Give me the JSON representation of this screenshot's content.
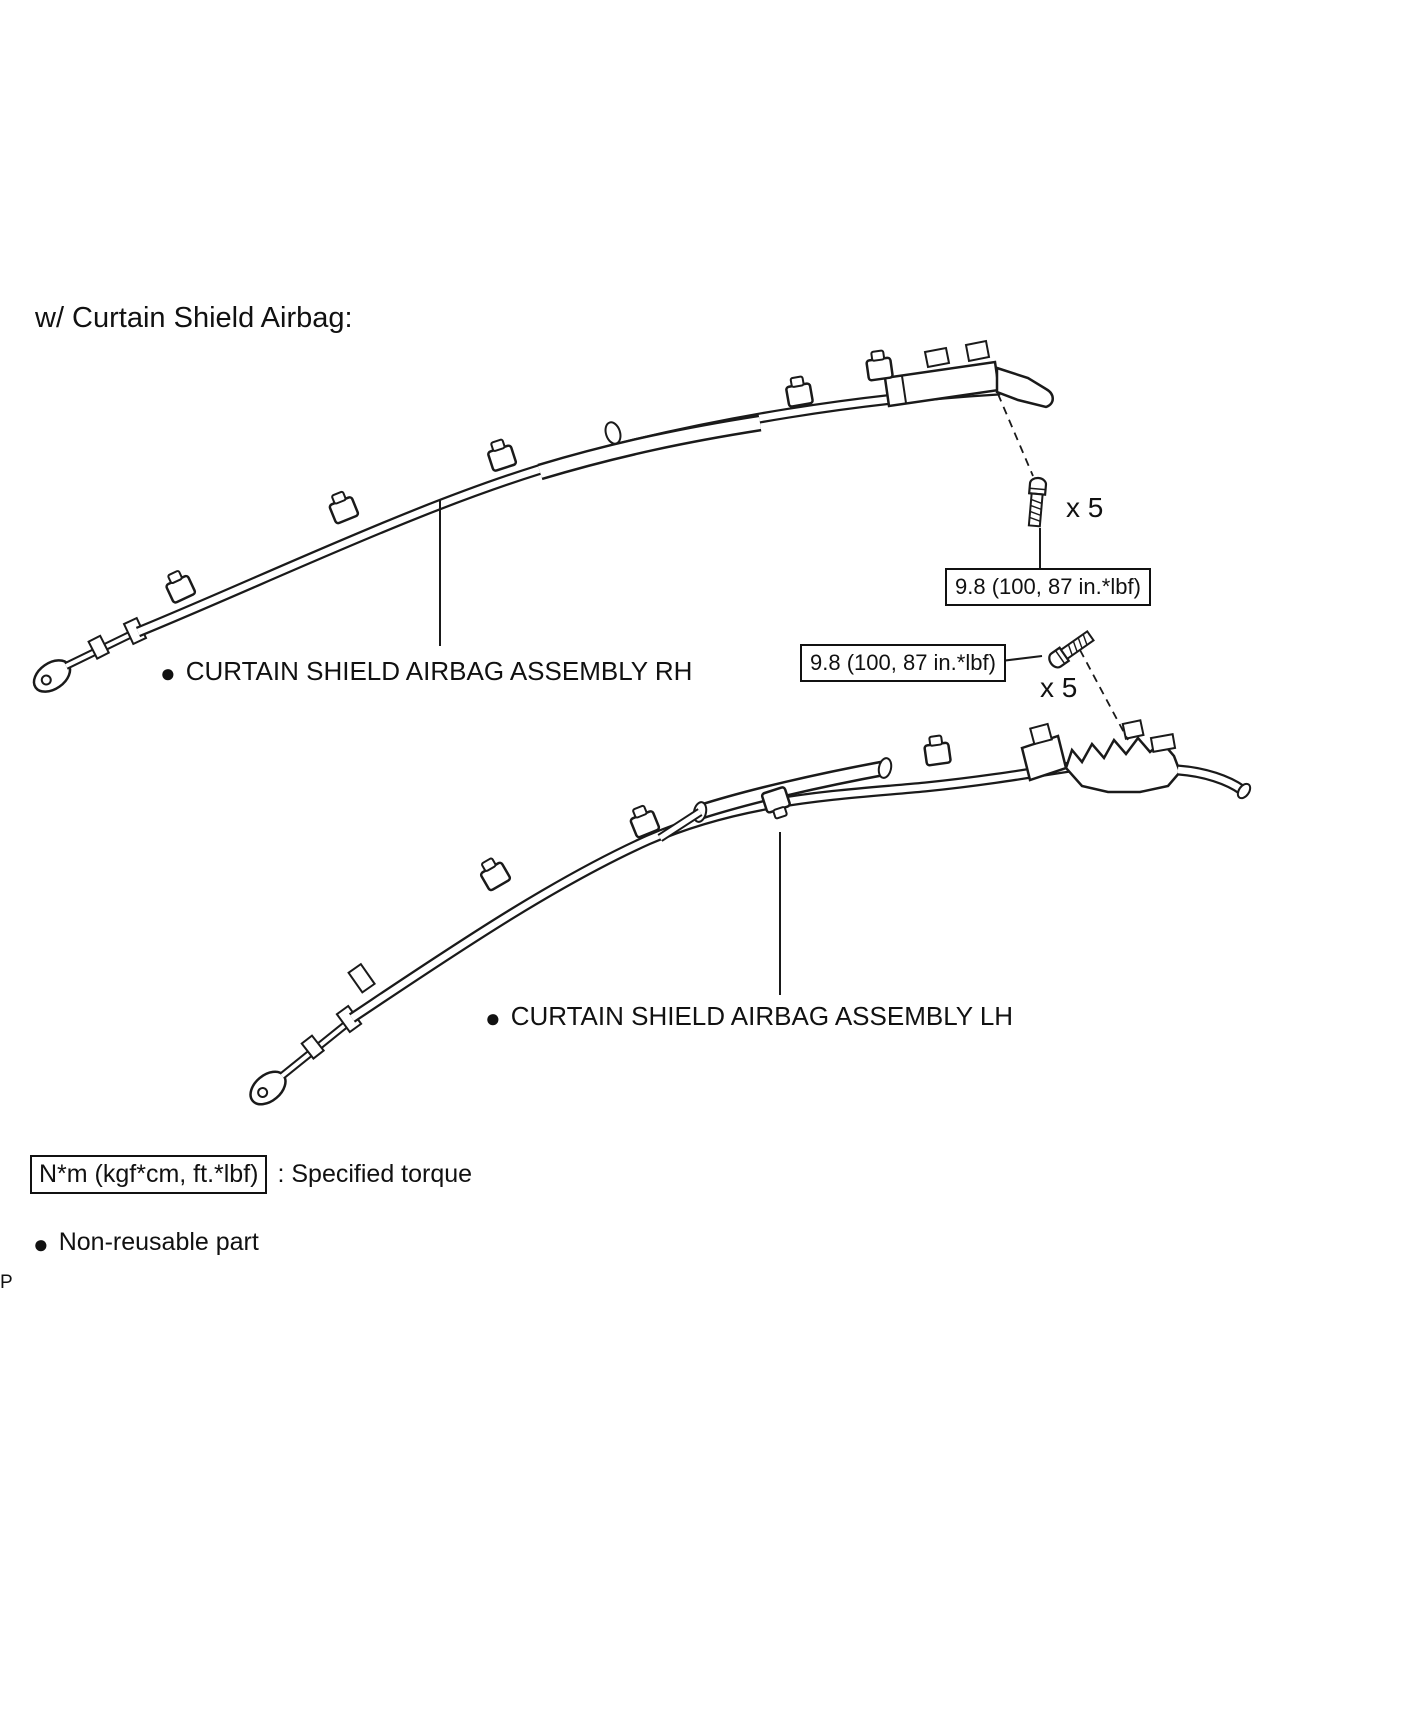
{
  "page": {
    "title": "w/ Curtain Shield Airbag:",
    "page_marker": "P"
  },
  "glyphs": {
    "bullet": "●"
  },
  "diagram": {
    "rh_label": "CURTAIN SHIELD AIRBAG ASSEMBLY RH",
    "lh_label": "CURTAIN SHIELD AIRBAG ASSEMBLY LH",
    "torque_rh": "9.8 (100, 87 in.*lbf)",
    "torque_lh": "9.8 (100, 87 in.*lbf)",
    "bolt_count_rh": "x 5",
    "bolt_count_lh": "x 5"
  },
  "legend": {
    "torque_box_label": "N*m (kgf*cm, ft.*lbf)",
    "torque_description": ": Specified torque",
    "non_reusable_label": "Non-reusable part"
  },
  "colors": {
    "line": "#1a1a1a",
    "background": "#ffffff"
  }
}
